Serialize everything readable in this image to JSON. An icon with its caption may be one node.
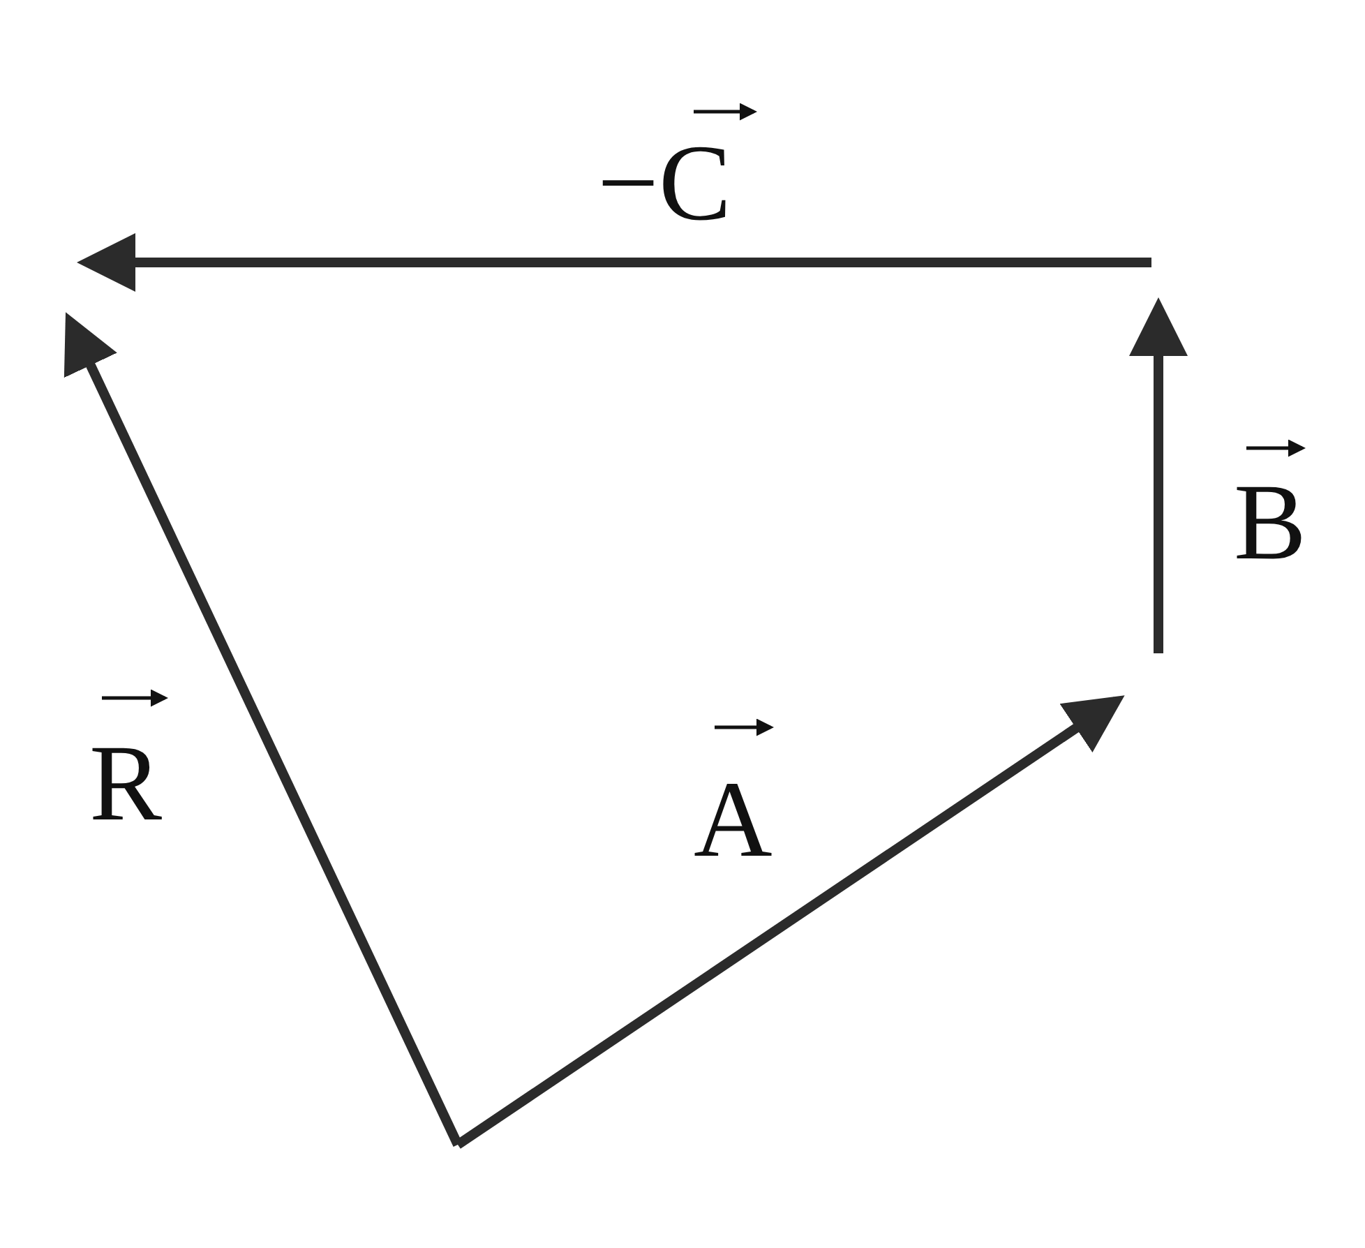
{
  "diagram": {
    "labels": [
      "−C",
      "B",
      "R",
      "A"
    ]
  }
}
